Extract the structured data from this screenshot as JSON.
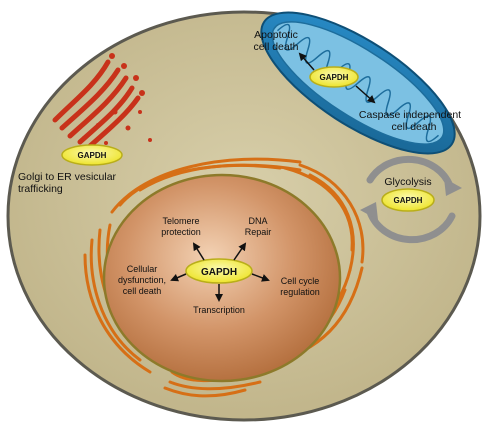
{
  "gapdh_label": "GAPDH",
  "mitochondrion": {
    "apoptotic_line1": "Apoptotic",
    "apoptotic_line2": "cell death",
    "caspase_line1": "Caspase independent",
    "caspase_line2": "cell death"
  },
  "golgi": {
    "line1": "Golgi to ER  vesicular",
    "line2": "trafficking"
  },
  "glycolysis": {
    "label": "Glycolysis"
  },
  "nucleus": {
    "telomere_line1": "Telomere",
    "telomere_line2": "protection",
    "dna_line1": "DNA",
    "dna_line2": "Repair",
    "cellular_line1": "Cellular",
    "cellular_line2": "dysfunction,",
    "cellular_line3": "cell death",
    "cellcycle_line1": "Cell cycle",
    "cellcycle_line2": "regulation",
    "transcription": "Transcription"
  },
  "colors": {
    "cytoplasm": "#cbbf97",
    "cell_border": "#5c5a50",
    "nucleus": "#c9875a",
    "er": "#d66f16",
    "mito_outer": "#1e7fb8",
    "mito_inner": "#6fb7dc",
    "golgi": "#c8321a",
    "gapdh_fill": "#f3ee3c",
    "gapdh_stroke": "#b9ae1a",
    "cycle_arrow": "#8f8f8f"
  }
}
